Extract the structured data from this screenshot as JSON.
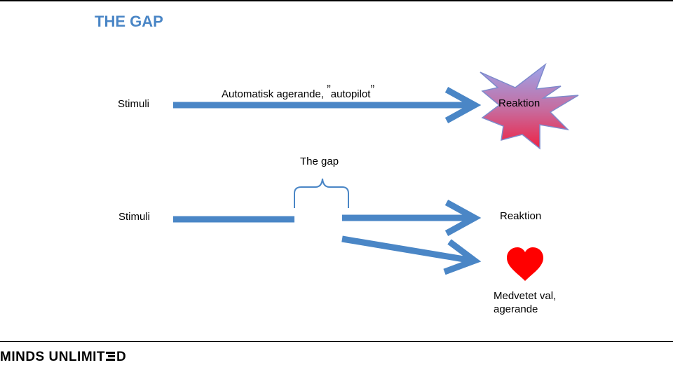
{
  "title": "THE GAP",
  "row1": {
    "stimuli": "Stimuli",
    "arrow_label_main": "Automatisk agerande,",
    "quote_open": "”",
    "arrow_label_word": "autopilot",
    "quote_close": "”",
    "reaction": "Reaktion"
  },
  "row2": {
    "stimuli": "Stimuli",
    "gap_label": "The gap",
    "reaction": "Reaktion",
    "choice_line1": "Medvetet val,",
    "choice_line2": "agerande"
  },
  "footer": {
    "logo_part1": "MINDS UNLIMIT",
    "logo_part2": "D"
  },
  "colors": {
    "title": "#4a86c6",
    "arrow": "#4a86c6",
    "burst_top": "#9aa6ee",
    "burst_bottom": "#ee2244",
    "heart": "#ff0000"
  }
}
